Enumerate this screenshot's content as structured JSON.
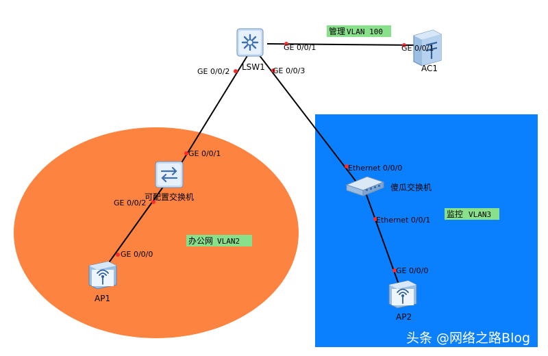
{
  "colors": {
    "office_zone": "#fd8340",
    "monitor_zone": "#0a80ff",
    "vlan_tag_bg": "#88e08a",
    "link": "#000000",
    "port_dot": "#ff2a2a"
  },
  "devices": {
    "lsw1": {
      "label": "LSW1",
      "icon": "core-switch-icon"
    },
    "ac1": {
      "label": "AC1",
      "icon": "access-controller-icon"
    },
    "config_switch": {
      "label": "可配置交换机",
      "icon": "l2-switch-icon"
    },
    "dumb_switch": {
      "label": "傻瓜交换机",
      "icon": "hub-switch-icon"
    },
    "ap1": {
      "label": "AP1",
      "icon": "wireless-ap-icon"
    },
    "ap2": {
      "label": "AP2",
      "icon": "wireless-ap-icon"
    }
  },
  "ports": {
    "lsw1_ge001": "GE 0/0/1",
    "ac1_ge001": "GE 0/0/1",
    "lsw1_ge002": "GE 0/0/2",
    "lsw1_ge003": "GE 0/0/3",
    "cfg_ge001": "GE 0/0/1",
    "cfg_ge002": "GE 0/0/2",
    "ap1_ge000": "GE 0/0/0",
    "dumb_eth000": "Ethernet 0/0/0",
    "dumb_eth001": "Ethernet 0/0/1",
    "ap2_ge000": "GE 0/0/0"
  },
  "vlan_tags": {
    "mgmt": {
      "name": "管理",
      "vlan": "VLAN 100"
    },
    "office": {
      "name": "办公网",
      "vlan": "VLAN2"
    },
    "monitor": {
      "name": "监控",
      "vlan": "VLAN3"
    }
  },
  "watermark": "头条 @网络之路Blog"
}
